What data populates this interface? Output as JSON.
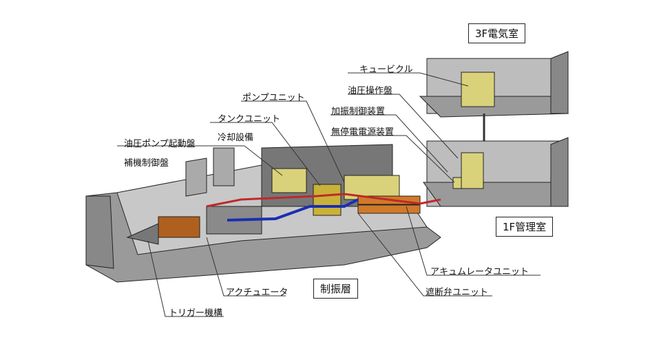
{
  "rooms": {
    "electric_3f": "3F電気室",
    "control_1f": "1F管理室",
    "damping_layer": "制振層"
  },
  "labels": {
    "cubicle": "キュービクル",
    "hydraulic_panel": "油圧操作盤",
    "excitation_controller": "加振制御装置",
    "ups": "無停電電源装置",
    "pump_unit": "ポンプユニット",
    "tank_unit": "タンクユニット",
    "cooling": "冷却設備",
    "pump_starter_panel": "油圧ポンプ起動盤",
    "aux_control_panel": "補機制御盤",
    "accumulator_unit": "アキュムレータユニット",
    "shutoff_valve_unit": "遮断弁ユニット",
    "actuator": "アクチュエータ",
    "trigger": "トリガー機構"
  },
  "colors": {
    "concrete": "#9a9a9a",
    "equipment": "#d9d27a",
    "pipe_red": "#c0282a",
    "pipe_blue": "#1a2fb0",
    "actuator": "#b0601e"
  }
}
